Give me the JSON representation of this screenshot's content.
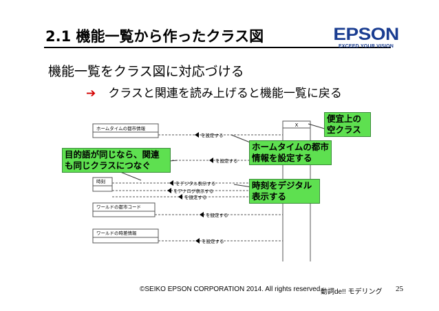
{
  "slide": {
    "title": "2.1 機能一覧から作ったクラス図",
    "heading": "機能一覧をクラス図に対応づける",
    "bullet": "クラスと関連を読み上げると機能一覧に戻る",
    "bullet_icon": "right-arrow-icon"
  },
  "logo": {
    "brand": "EPSON",
    "tagline": "EXCEED YOUR VISION",
    "color": "#1a3d91"
  },
  "diagram": {
    "classes": [
      "ホームタイムの都市情報",
      "X",
      "時刻",
      "ワールドの都市コード",
      "ワールドの時差情報"
    ],
    "associations": [
      "を設定する",
      "を設定する",
      "をデジタル表示する",
      "をアナログ表示する",
      "を設定する",
      "を設定する",
      "を設定する"
    ]
  },
  "callouts": {
    "utility": "便宜上の\n空クラス",
    "same_verb": "目的語が同じなら、関連\nも同じクラスにつなぐ",
    "home_city": "ホームタイムの都市\n情報を設定する",
    "time_digital": "時刻をデジタル\n表示する"
  },
  "colors": {
    "callout_fill": "#5ee050",
    "arrow_red": "#d40000"
  },
  "footer": {
    "copyright": "©SEIKO EPSON CORPORATION 2014. All rights reserved.",
    "course": "動詞de!! モデリング",
    "page": "25"
  }
}
